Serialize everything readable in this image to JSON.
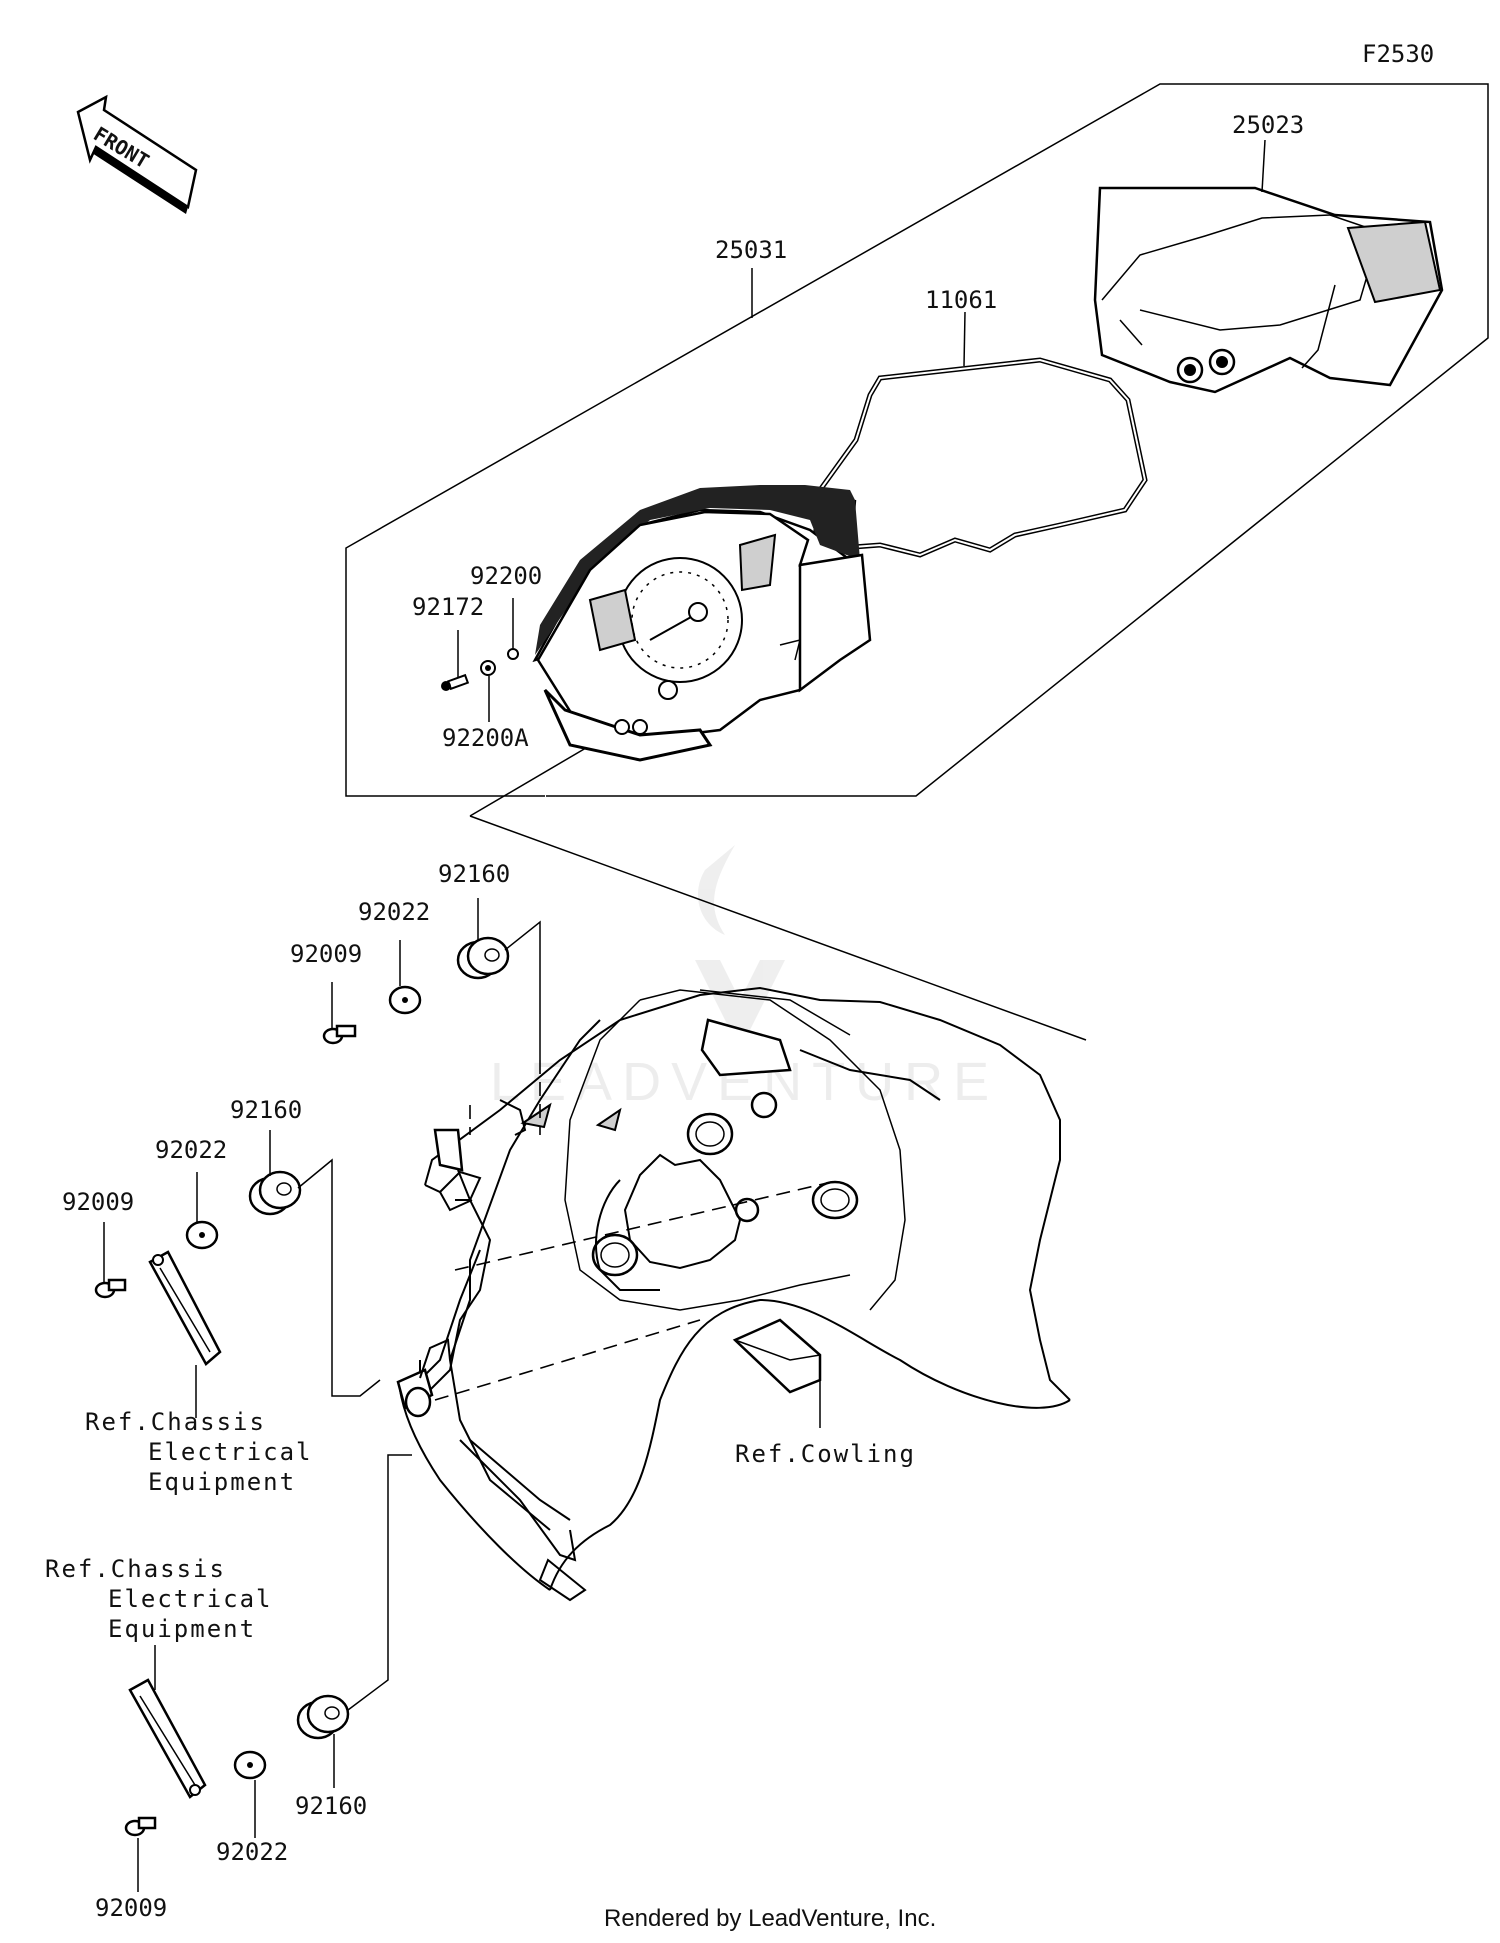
{
  "figure_code": "F2530",
  "front_arrow": "FRONT",
  "labels": {
    "meter_assy": "25031",
    "upper_cover": "25023",
    "gasket": "11061",
    "screw_92172": "92172",
    "washer_92200": "92200",
    "washer_92200a": "92200A",
    "damper_top": "92160",
    "washer_top": "92022",
    "bolt_top": "92009",
    "damper_mid": "92160",
    "washer_mid": "92022",
    "bolt_mid": "92009",
    "damper_bottom": "92160",
    "washer_bottom": "92022",
    "bolt_bottom": "92009"
  },
  "references": {
    "chassis_upper": [
      "Ref.Chassis",
      "Electrical",
      "Equipment"
    ],
    "chassis_lower": [
      "Ref.Chassis",
      "Electrical",
      "Equipment"
    ],
    "cowling": "Ref.Cowling"
  },
  "watermark": "LEADVENTURE",
  "footer": "Rendered by LeadVenture, Inc."
}
